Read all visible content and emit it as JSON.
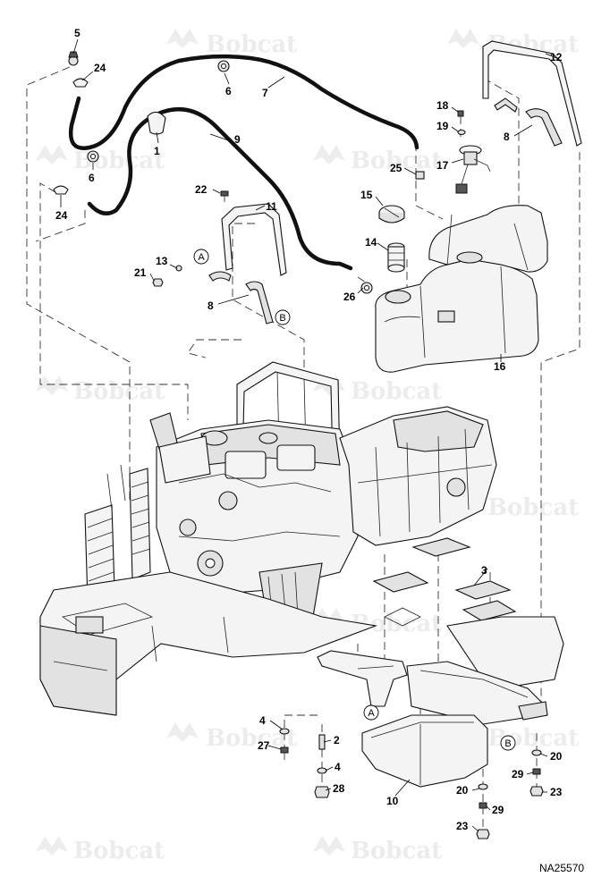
{
  "watermark": {
    "text": "Bobcat"
  },
  "drawing_id": "NA25570",
  "ref_markers": [
    "A",
    "B"
  ],
  "callouts": [
    "1",
    "2",
    "3",
    "4",
    "5",
    "6",
    "7",
    "8",
    "9",
    "10",
    "11",
    "12",
    "13",
    "14",
    "15",
    "16",
    "17",
    "18",
    "19",
    "20",
    "21",
    "22",
    "23",
    "24",
    "25",
    "26",
    "27",
    "28",
    "29"
  ]
}
